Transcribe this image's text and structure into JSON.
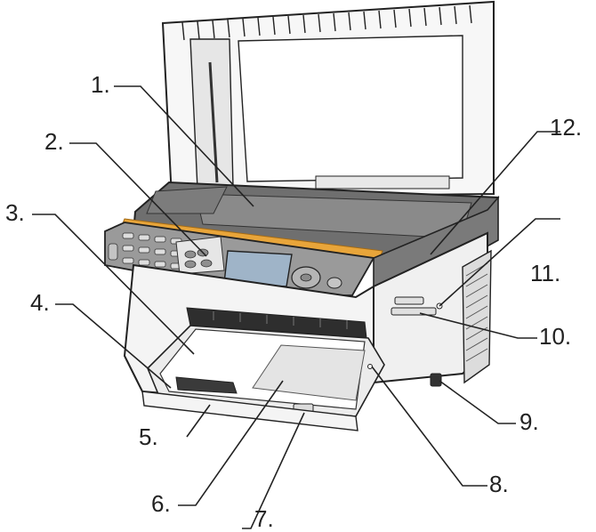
{
  "callouts": [
    {
      "id": 1,
      "text": "1."
    },
    {
      "id": 2,
      "text": "2."
    },
    {
      "id": 3,
      "text": "3."
    },
    {
      "id": 4,
      "text": "4."
    },
    {
      "id": 5,
      "text": "5."
    },
    {
      "id": 6,
      "text": "6."
    },
    {
      "id": 7,
      "text": "7."
    },
    {
      "id": 8,
      "text": "8."
    },
    {
      "id": 9,
      "text": "9."
    },
    {
      "id": 10,
      "text": "10."
    },
    {
      "id": 11,
      "text": "11."
    },
    {
      "id": 12,
      "text": "12."
    }
  ],
  "colors": {
    "outline": "#222222",
    "lid_gray": "#6f6f6f",
    "body_white": "#f4f4f4",
    "panel_gray": "#9a9a9a",
    "accent_orange": "#e8a53a",
    "screen_blue": "#9fb4c8"
  },
  "icons": [
    "printer-illustration",
    "scanner-lid",
    "control-panel",
    "lcd-screen",
    "paper-tray"
  ]
}
